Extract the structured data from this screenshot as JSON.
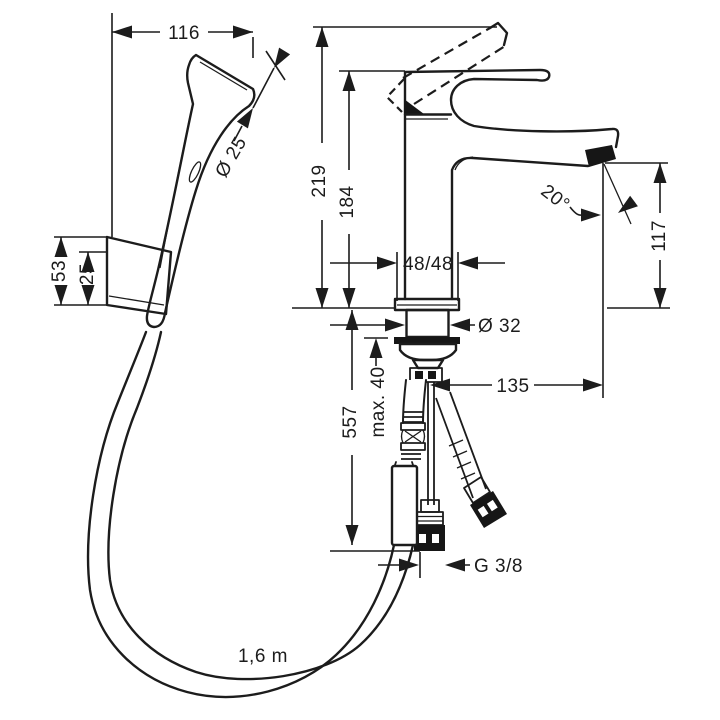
{
  "drawing": {
    "type": "technical-dimension-drawing",
    "subject": "single-lever basin mixer with hand sprayer set",
    "background_color": "#ffffff",
    "line_color": "#1c1c1c",
    "labels": {
      "sprayer_width": "116",
      "sprayer_diameter": "Ø 25",
      "holder_height": "53",
      "holder_inner_height": "25",
      "total_height": "219",
      "body_height": "184",
      "base_square": "48/48",
      "shank_diameter": "Ø 32",
      "stream_angle": "20°",
      "spout_height": "117",
      "spout_reach": "135",
      "max_mounting_thickness": "max. 40",
      "hose_drop_length": "557",
      "connection_thread": "G 3/8",
      "shower_hose_length": "1,6 m"
    }
  }
}
